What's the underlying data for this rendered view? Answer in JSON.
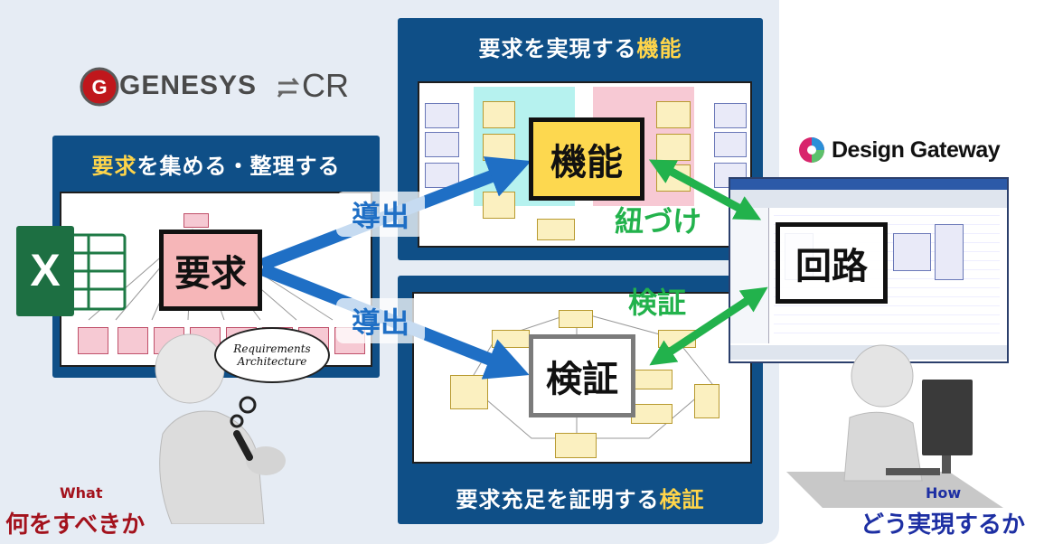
{
  "left_panel": {
    "title_highlight": "要求",
    "title_rest": "を集める・整理する"
  },
  "genesys_logo": {
    "brand": "GENESYS",
    "suffix": "CR"
  },
  "center_top_panel": {
    "title_prefix": "要求を実現する",
    "title_highlight": "機能"
  },
  "center_bottom_panel": {
    "title_prefix": "要求充足を証明する",
    "title_highlight": "検証"
  },
  "nodes": {
    "requirement": "要求",
    "function": "機能",
    "verification": "検証",
    "circuit": "回路"
  },
  "arrow_labels": {
    "derive_top": "導出",
    "derive_bottom": "導出",
    "link": "紐づけ",
    "verify": "検証"
  },
  "thought_bubble": {
    "line1": "Requirements",
    "line2": "Architecture"
  },
  "design_gateway_logo": {
    "text": "Design Gateway"
  },
  "bottom_left": {
    "small": "What",
    "large": "何をすべきか"
  },
  "bottom_right": {
    "small": "How",
    "large": "どう実現するか"
  },
  "colors": {
    "panel_blue": "#0f4f87",
    "highlight_yellow": "#ffd54a",
    "requirement_pink": "#f6b6b8",
    "function_yellow": "#fdd84f",
    "derive_arrow_blue": "#1f6fc5",
    "link_arrow_green": "#22b24c",
    "what_color": "#a3121c",
    "how_color": "#1d2fa3"
  },
  "icons": [
    "excel-icon",
    "genesys-logo",
    "design-gateway-logo",
    "thinking-person",
    "computer-person"
  ]
}
